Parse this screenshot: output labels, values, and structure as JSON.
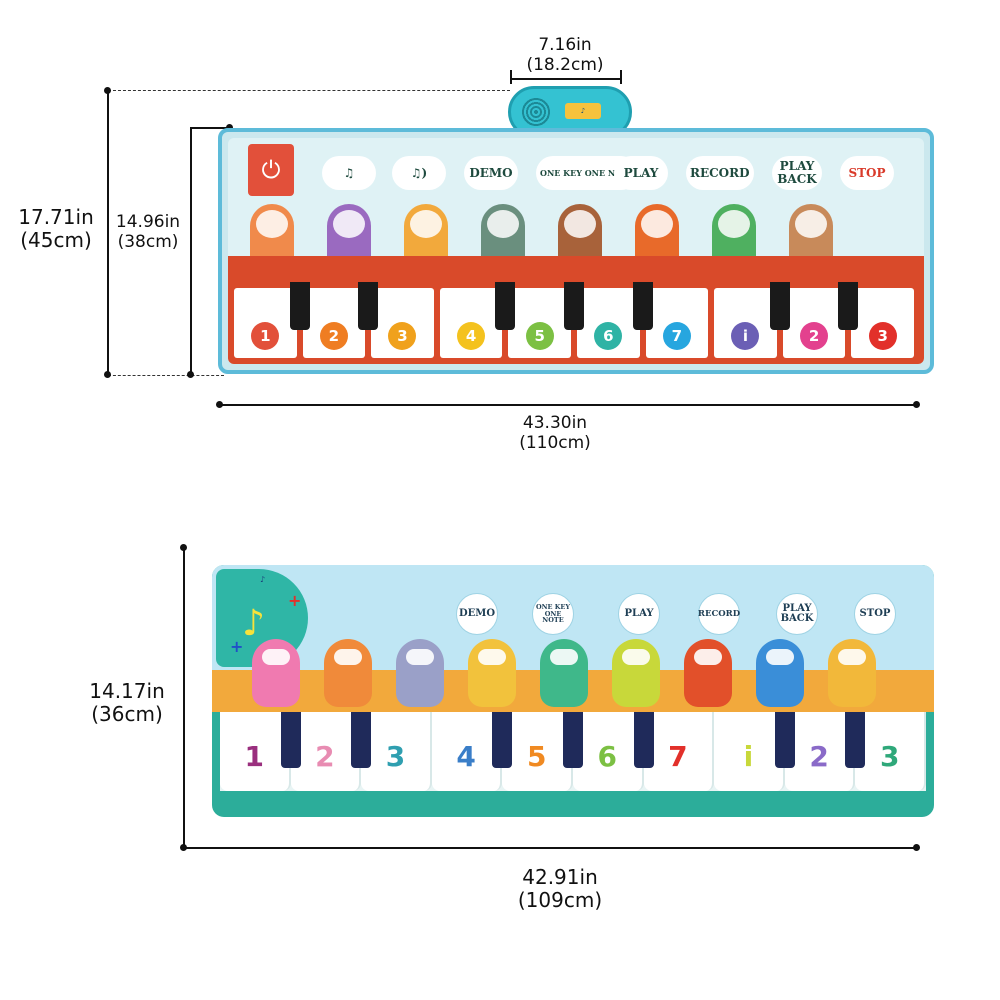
{
  "dimensions": {
    "top_mat": {
      "speaker_width": {
        "value": "7.16in",
        "metric": "(18.2cm)"
      },
      "total_height": {
        "value": "17.71in",
        "metric": "(45cm)"
      },
      "mat_height": {
        "value": "14.96in",
        "metric": "(38cm)"
      },
      "width": {
        "value": "43.30in",
        "metric": "(110cm)"
      }
    },
    "bottom_mat": {
      "height": {
        "value": "14.17in",
        "metric": "(36cm)"
      },
      "width": {
        "value": "42.91in",
        "metric": "(109cm)"
      }
    }
  },
  "top_mat": {
    "buttons": [
      {
        "label": "♫",
        "icon": "music-note-icon"
      },
      {
        "label": "♫)",
        "icon": "music-note-volume-icon"
      },
      {
        "label": "DEMO"
      },
      {
        "label": "ONE KEY ONE NOTE"
      },
      {
        "label": "PLAY"
      },
      {
        "label": "RECORD"
      },
      {
        "label": "PLAY BACK"
      },
      {
        "label": "STOP"
      }
    ],
    "power_icon": "power-icon",
    "keys": [
      {
        "label": "1",
        "color": "#e2503a"
      },
      {
        "label": "2",
        "color": "#ef7d22"
      },
      {
        "label": "3",
        "color": "#f0a11c"
      },
      {
        "label": "4",
        "color": "#f4c21e"
      },
      {
        "label": "5",
        "color": "#7cc043"
      },
      {
        "label": "6",
        "color": "#2fb3a5"
      },
      {
        "label": "7",
        "color": "#27a6df"
      },
      {
        "label": "i",
        "color": "#6b5fb5"
      },
      {
        "label": "2",
        "color": "#e3418e"
      },
      {
        "label": "3",
        "color": "#e2302a"
      }
    ],
    "animal_colors": [
      "#f08a4b",
      "#9a6ac0",
      "#f2a93c",
      "#6a8f7e",
      "#a8623a",
      "#e86a2a",
      "#4fb060",
      "#c88a5a"
    ]
  },
  "bottom_mat": {
    "buttons": [
      {
        "label": "DEMO"
      },
      {
        "label": "ONE KEY ONE NOTE"
      },
      {
        "label": "PLAY"
      },
      {
        "label": "RECORD"
      },
      {
        "label": "PLAY BACK"
      },
      {
        "label": "STOP"
      }
    ],
    "keys": [
      {
        "label": "1",
        "color": "#9a2f7e"
      },
      {
        "label": "2",
        "color": "#e88cb2"
      },
      {
        "label": "3",
        "color": "#2f9fb0"
      },
      {
        "label": "4",
        "color": "#3a7ec8"
      },
      {
        "label": "5",
        "color": "#f08a22"
      },
      {
        "label": "6",
        "color": "#7cc043"
      },
      {
        "label": "7",
        "color": "#e2302a"
      },
      {
        "label": "i",
        "color": "#c8d83a"
      },
      {
        "label": "2",
        "color": "#8a6ac8"
      },
      {
        "label": "3",
        "color": "#2fa87a"
      }
    ],
    "creature_colors": [
      "#f07ab0",
      "#f08a3a",
      "#9aa0c8",
      "#f2c23c",
      "#3fb88a",
      "#c8d83a",
      "#e2502a",
      "#3a8ed8",
      "#f2b83a"
    ]
  }
}
